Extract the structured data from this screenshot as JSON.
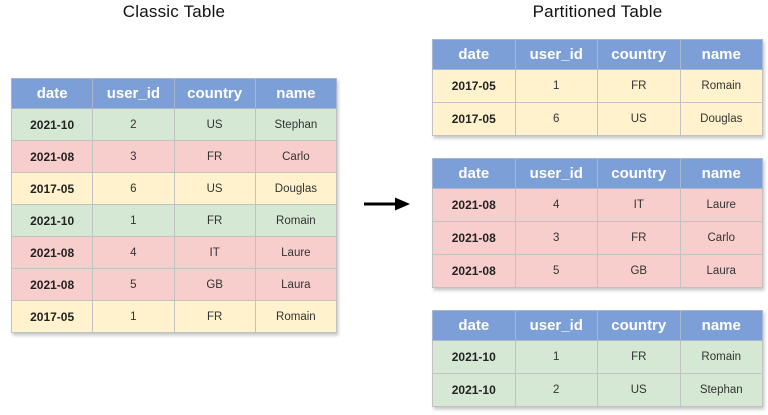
{
  "titles": {
    "left": "Classic Table",
    "right": "Partitioned Table"
  },
  "columns": [
    "date",
    "user_id",
    "country",
    "name"
  ],
  "palette": {
    "header_bg": "#7D9FD8",
    "header_text": "#FFFFFF",
    "green": "#D5E8D4",
    "pink": "#F8CECC",
    "yellow": "#FFF2CC"
  },
  "arrow_icon": "right-arrow",
  "classic_table": {
    "rows": [
      {
        "date": "2021-10",
        "user_id": "2",
        "country": "US",
        "name": "Stephan",
        "color": "green"
      },
      {
        "date": "2021-08",
        "user_id": "3",
        "country": "FR",
        "name": "Carlo",
        "color": "pink"
      },
      {
        "date": "2017-05",
        "user_id": "6",
        "country": "US",
        "name": "Douglas",
        "color": "yellow"
      },
      {
        "date": "2021-10",
        "user_id": "1",
        "country": "FR",
        "name": "Romain",
        "color": "green"
      },
      {
        "date": "2021-08",
        "user_id": "4",
        "country": "IT",
        "name": "Laure",
        "color": "pink"
      },
      {
        "date": "2021-08",
        "user_id": "5",
        "country": "GB",
        "name": "Laura",
        "color": "pink"
      },
      {
        "date": "2017-05",
        "user_id": "1",
        "country": "FR",
        "name": "Romain",
        "color": "yellow"
      }
    ]
  },
  "partitioned_tables": [
    {
      "partition": "2017-05",
      "color": "yellow",
      "rows": [
        {
          "date": "2017-05",
          "user_id": "1",
          "country": "FR",
          "name": "Romain"
        },
        {
          "date": "2017-05",
          "user_id": "6",
          "country": "US",
          "name": "Douglas"
        }
      ]
    },
    {
      "partition": "2021-08",
      "color": "pink",
      "rows": [
        {
          "date": "2021-08",
          "user_id": "4",
          "country": "IT",
          "name": "Laure"
        },
        {
          "date": "2021-08",
          "user_id": "3",
          "country": "FR",
          "name": "Carlo"
        },
        {
          "date": "2021-08",
          "user_id": "5",
          "country": "GB",
          "name": "Laura"
        }
      ]
    },
    {
      "partition": "2021-10",
      "color": "green",
      "rows": [
        {
          "date": "2021-10",
          "user_id": "1",
          "country": "FR",
          "name": "Romain"
        },
        {
          "date": "2021-10",
          "user_id": "2",
          "country": "US",
          "name": "Stephan"
        }
      ]
    }
  ]
}
